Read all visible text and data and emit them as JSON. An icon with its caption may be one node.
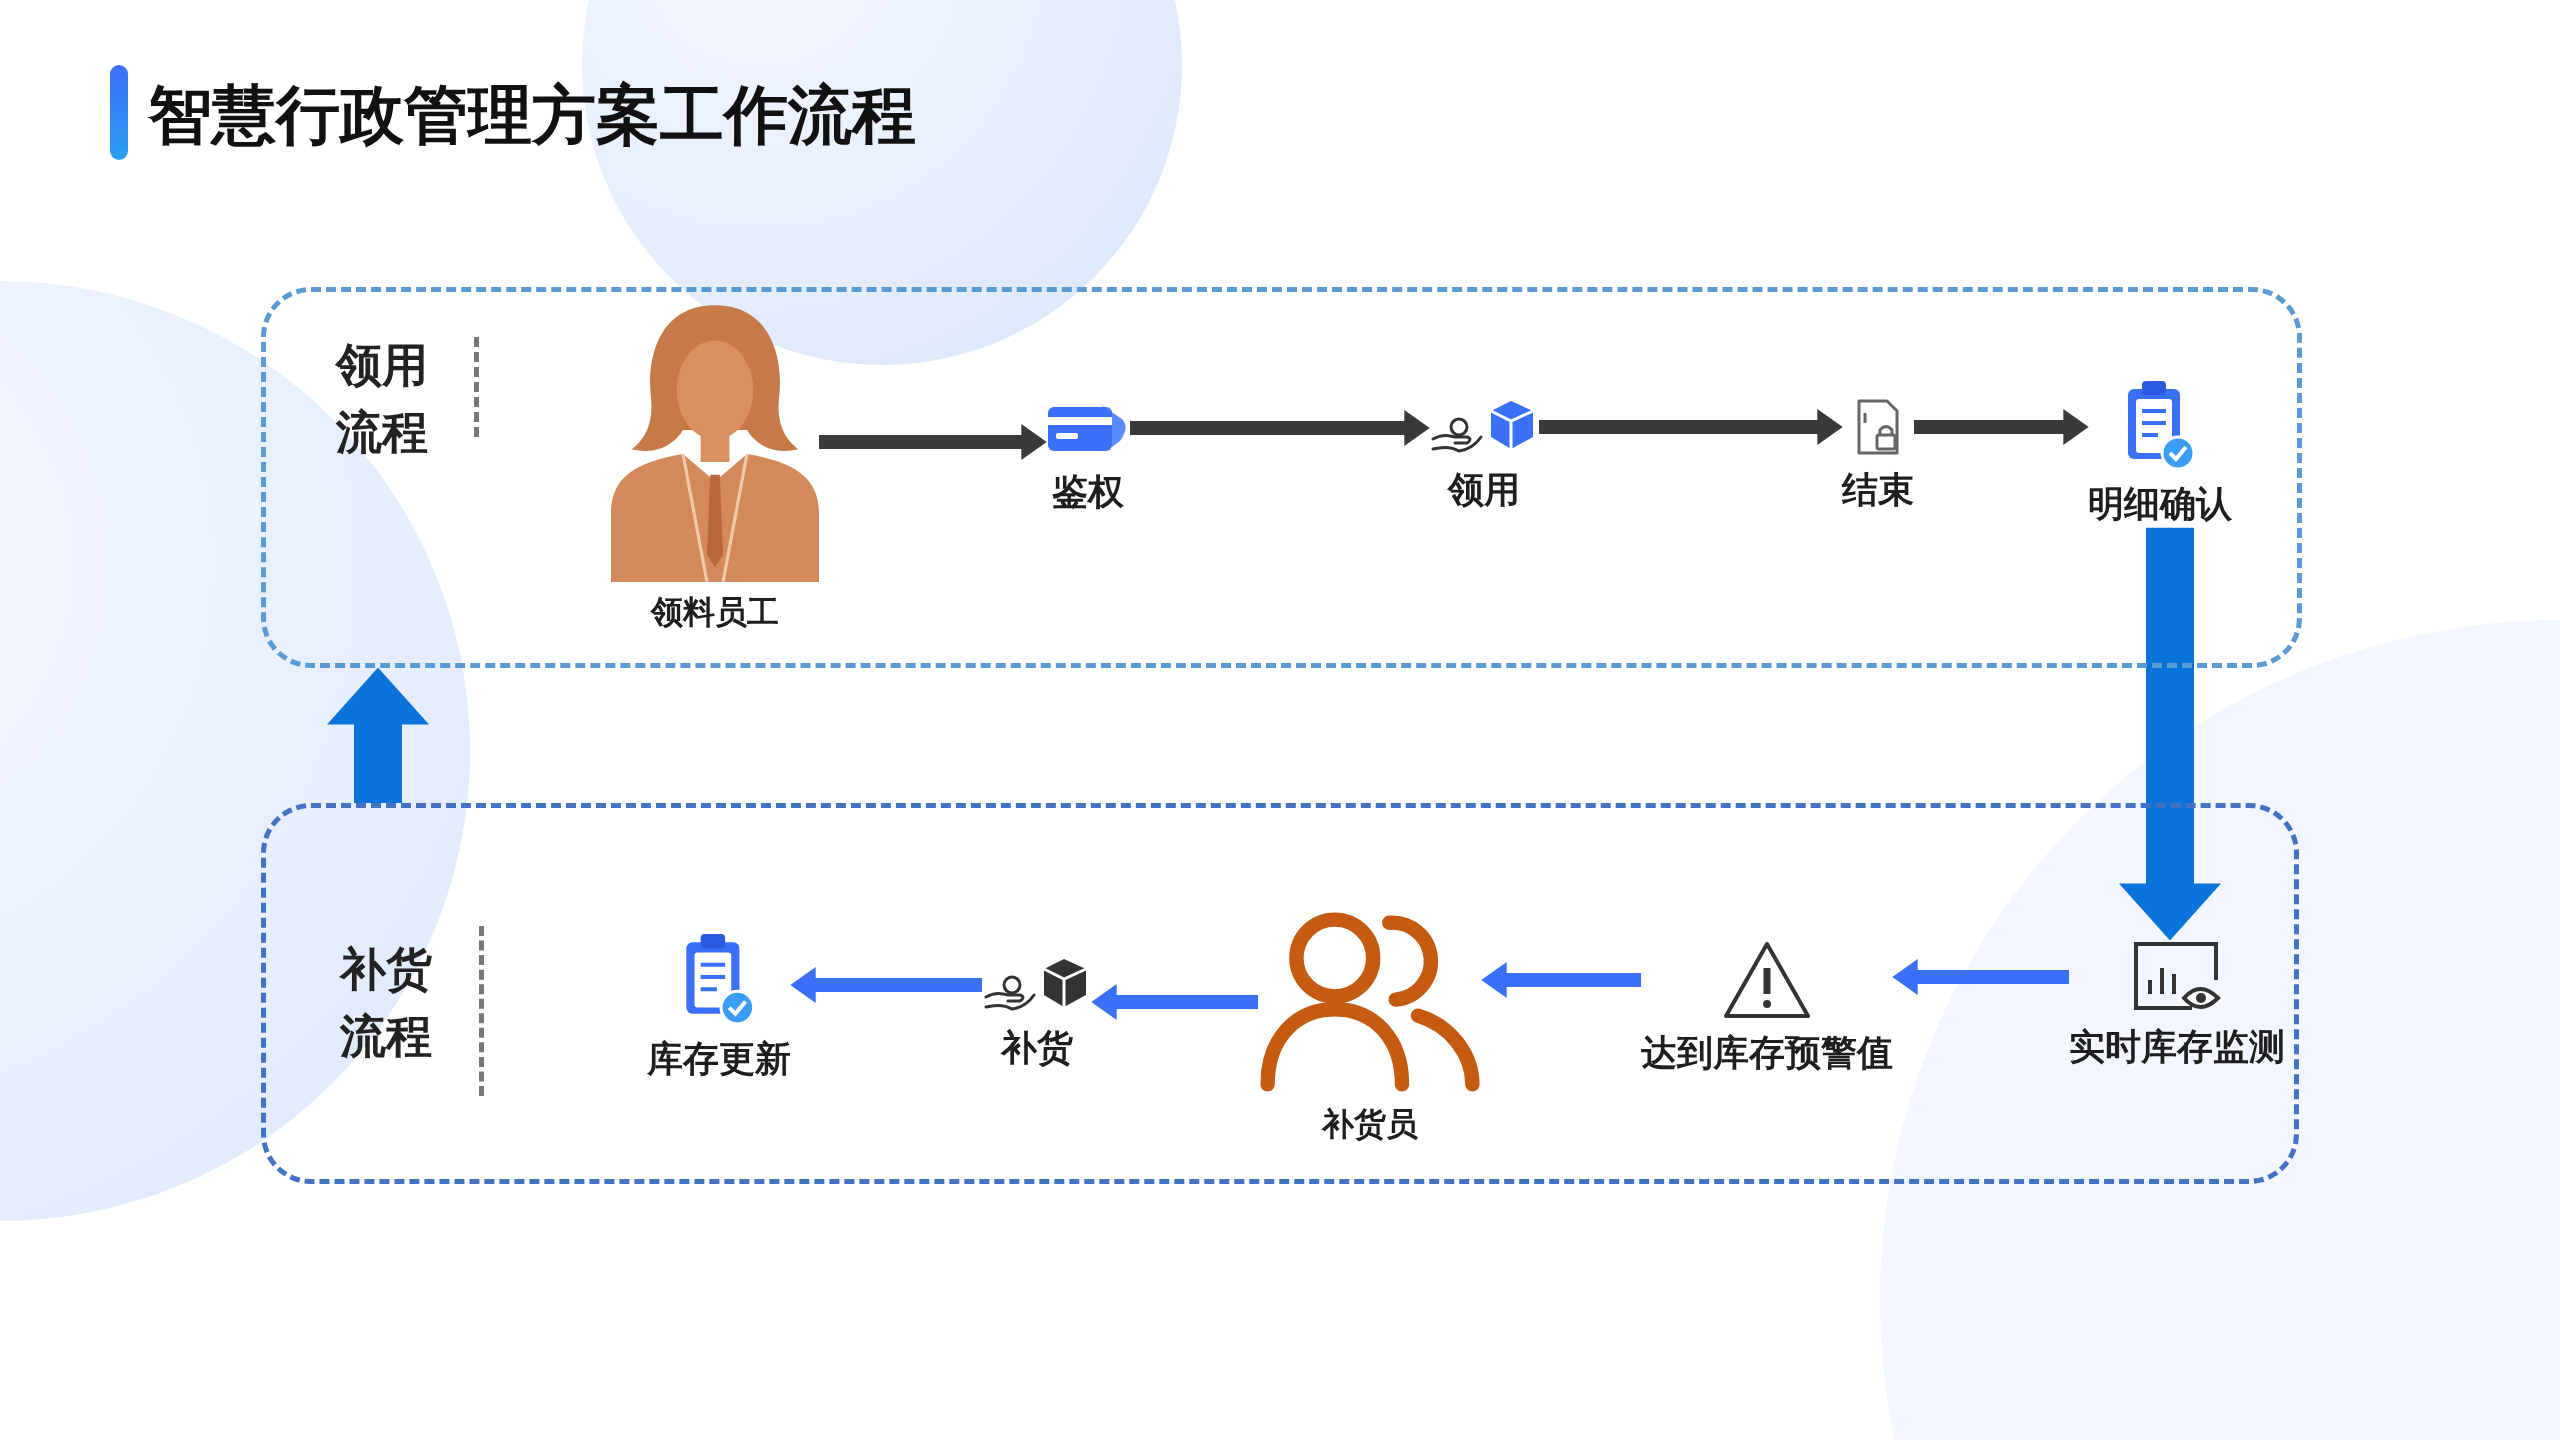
{
  "diagram": {
    "title": "智慧行政管理方案工作流程",
    "nodes": [
      {
        "text": [
          "领用流程"
        ]
      },
      {
        "text": [
          "领料员工"
        ],
        "in": 0
      },
      {
        "text": [
          "鉴权"
        ],
        "in": 0
      },
      {
        "text": [
          "领用"
        ],
        "in": 0
      },
      {
        "text": [
          "结束"
        ],
        "in": 0
      },
      {
        "text": [
          "明细确认"
        ],
        "in": 0
      },
      {
        "text": [
          "补货流程"
        ]
      },
      {
        "text": [
          "库存更新"
        ],
        "in": 6
      },
      {
        "text": [
          "补货"
        ],
        "in": 6
      },
      {
        "text": [
          "补货员"
        ],
        "in": 6
      },
      {
        "text": [
          "达到库存预警值"
        ],
        "in": 6
      },
      {
        "text": [
          "实时库存监测"
        ],
        "in": 6
      }
    ],
    "edges": [
      {
        "from": 1,
        "to": 2,
        "arrow": "to",
        "color": "#3a3a3a"
      },
      {
        "from": 2,
        "to": 3,
        "arrow": "to",
        "color": "#3a3a3a"
      },
      {
        "from": 3,
        "to": 4,
        "arrow": "to",
        "color": "#3a3a3a"
      },
      {
        "from": 4,
        "to": 5,
        "arrow": "to",
        "color": "#3a3a3a"
      },
      {
        "from": 5,
        "to": 11,
        "arrow": "to",
        "style": "thick",
        "color": "#0a74da"
      },
      {
        "from": 11,
        "to": 10,
        "arrow": "to",
        "color": "#3a6ff7"
      },
      {
        "from": 10,
        "to": 9,
        "arrow": "to",
        "color": "#3a6ff7"
      },
      {
        "from": 9,
        "to": 8,
        "arrow": "to",
        "color": "#3a6ff7"
      },
      {
        "from": 8,
        "to": 7,
        "arrow": "to",
        "color": "#3a6ff7"
      },
      {
        "from": 6,
        "to": 0,
        "arrow": "to",
        "style": "thick",
        "color": "#0a74da"
      }
    ]
  }
}
